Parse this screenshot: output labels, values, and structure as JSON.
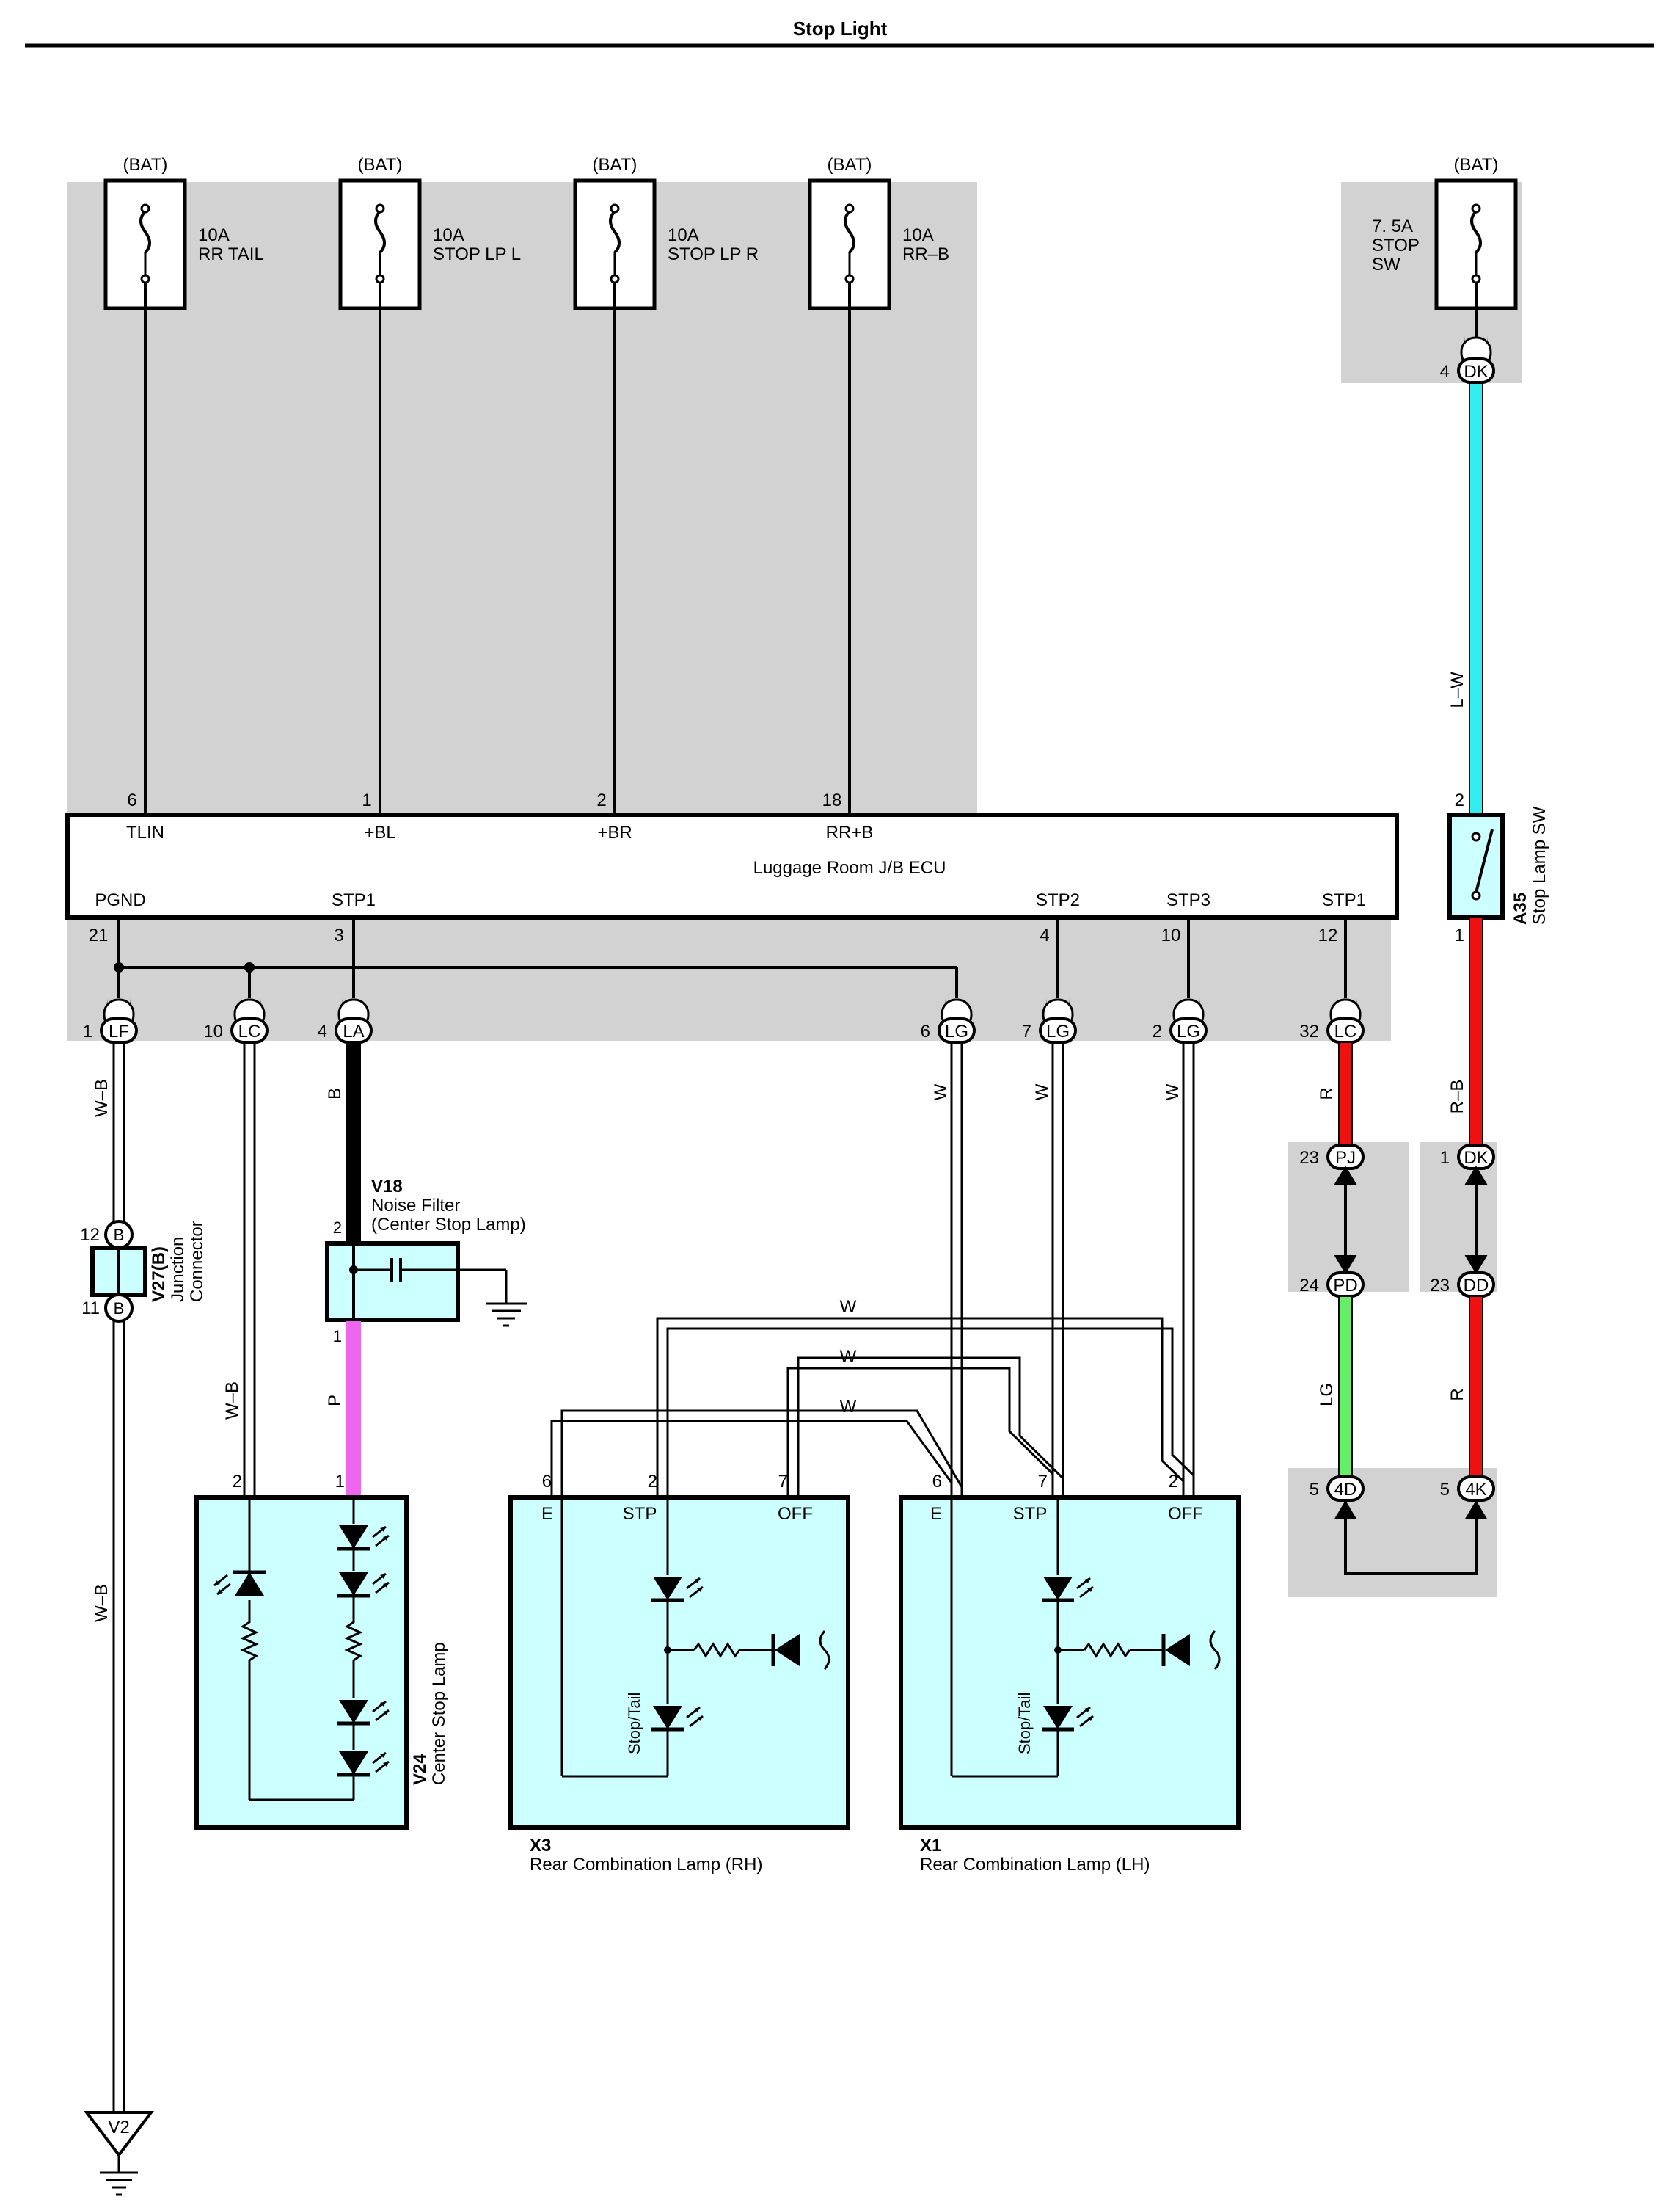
{
  "title": "Stop Light",
  "colors": {
    "gray_block": "#d2d2d2",
    "cyan_fill": "#ccffff",
    "wire_cyan": "#33eeee",
    "wire_red": "#ee1111",
    "wire_pink": "#ee66ee",
    "wire_green": "#66ee66",
    "wire_black": "#000000"
  },
  "fuses": [
    {
      "supply": "(BAT)",
      "rating": "10A",
      "name": "RR TAIL"
    },
    {
      "supply": "(BAT)",
      "rating": "10A",
      "name": "STOP LP L"
    },
    {
      "supply": "(BAT)",
      "rating": "10A",
      "name": "STOP LP R"
    },
    {
      "supply": "(BAT)",
      "rating": "10A",
      "name": "RR–B"
    },
    {
      "supply": "(BAT)",
      "rating_lines": [
        "7. 5A",
        "STOP",
        "SW"
      ]
    }
  ],
  "ecu": {
    "name": "Luggage Room J/B ECU",
    "top_pins": [
      {
        "num": "6",
        "label": "TLIN"
      },
      {
        "num": "1",
        "label": "+BL"
      },
      {
        "num": "2",
        "label": "+BR"
      },
      {
        "num": "18",
        "label": "RR+B"
      }
    ],
    "bottom_pins": [
      {
        "num": "21",
        "label": "PGND"
      },
      {
        "num": "3",
        "label": "STP1"
      },
      {
        "num": "4",
        "label": "STP2"
      },
      {
        "num": "10",
        "label": "STP3"
      },
      {
        "num": "12",
        "label": "STP1"
      }
    ]
  },
  "connectors": [
    {
      "pin": "1",
      "code": "LF"
    },
    {
      "pin": "10",
      "code": "LC"
    },
    {
      "pin": "4",
      "code": "LA"
    },
    {
      "pin": "6",
      "code": "LG"
    },
    {
      "pin": "7",
      "code": "LG"
    },
    {
      "pin": "2",
      "code": "LG"
    },
    {
      "pin": "32",
      "code": "LC"
    },
    {
      "pin": "4",
      "code": "DK"
    },
    {
      "pin": "23",
      "code": "PJ"
    },
    {
      "pin": "24",
      "code": "PD"
    },
    {
      "pin": "1",
      "code": "DK"
    },
    {
      "pin": "23",
      "code": "DD"
    },
    {
      "pin": "5",
      "code": "4D"
    },
    {
      "pin": "5",
      "code": "4K"
    },
    {
      "pin": "12",
      "code": "B"
    },
    {
      "pin": "11",
      "code": "B"
    }
  ],
  "wire_labels": [
    "W–B",
    "B",
    "W",
    "W",
    "W",
    "R",
    "R–B",
    "L–W",
    "W–B",
    "P",
    "W",
    "W",
    "W",
    "LG",
    "R",
    "W–B"
  ],
  "stop_lamp_sw": {
    "code": "A35",
    "name": "Stop Lamp SW",
    "pin_top": "2",
    "pin_bottom": "1"
  },
  "junction": {
    "code": "V27(B)",
    "name_lines": [
      "Junction",
      "Connector"
    ]
  },
  "noise_filter": {
    "code": "V18",
    "name": "Noise Filter",
    "sub": "(Center Stop Lamp)",
    "pin_top": "2",
    "pin_bottom": "1"
  },
  "center_lamp": {
    "code": "V24",
    "name": "Center Stop Lamp",
    "pins": [
      "2",
      "1"
    ]
  },
  "rear_rh": {
    "code": "X3",
    "name": "Rear Combination Lamp (RH)",
    "pins": [
      "6",
      "2",
      "7"
    ],
    "labels": [
      "E",
      "STP",
      "OFF"
    ],
    "inner": "Stop/Tail"
  },
  "rear_lh": {
    "code": "X1",
    "name": "Rear Combination Lamp (LH)",
    "pins": [
      "6",
      "7",
      "2"
    ],
    "labels": [
      "E",
      "STP",
      "OFF"
    ],
    "inner": "Stop/Tail"
  },
  "ground": {
    "code": "V2"
  }
}
